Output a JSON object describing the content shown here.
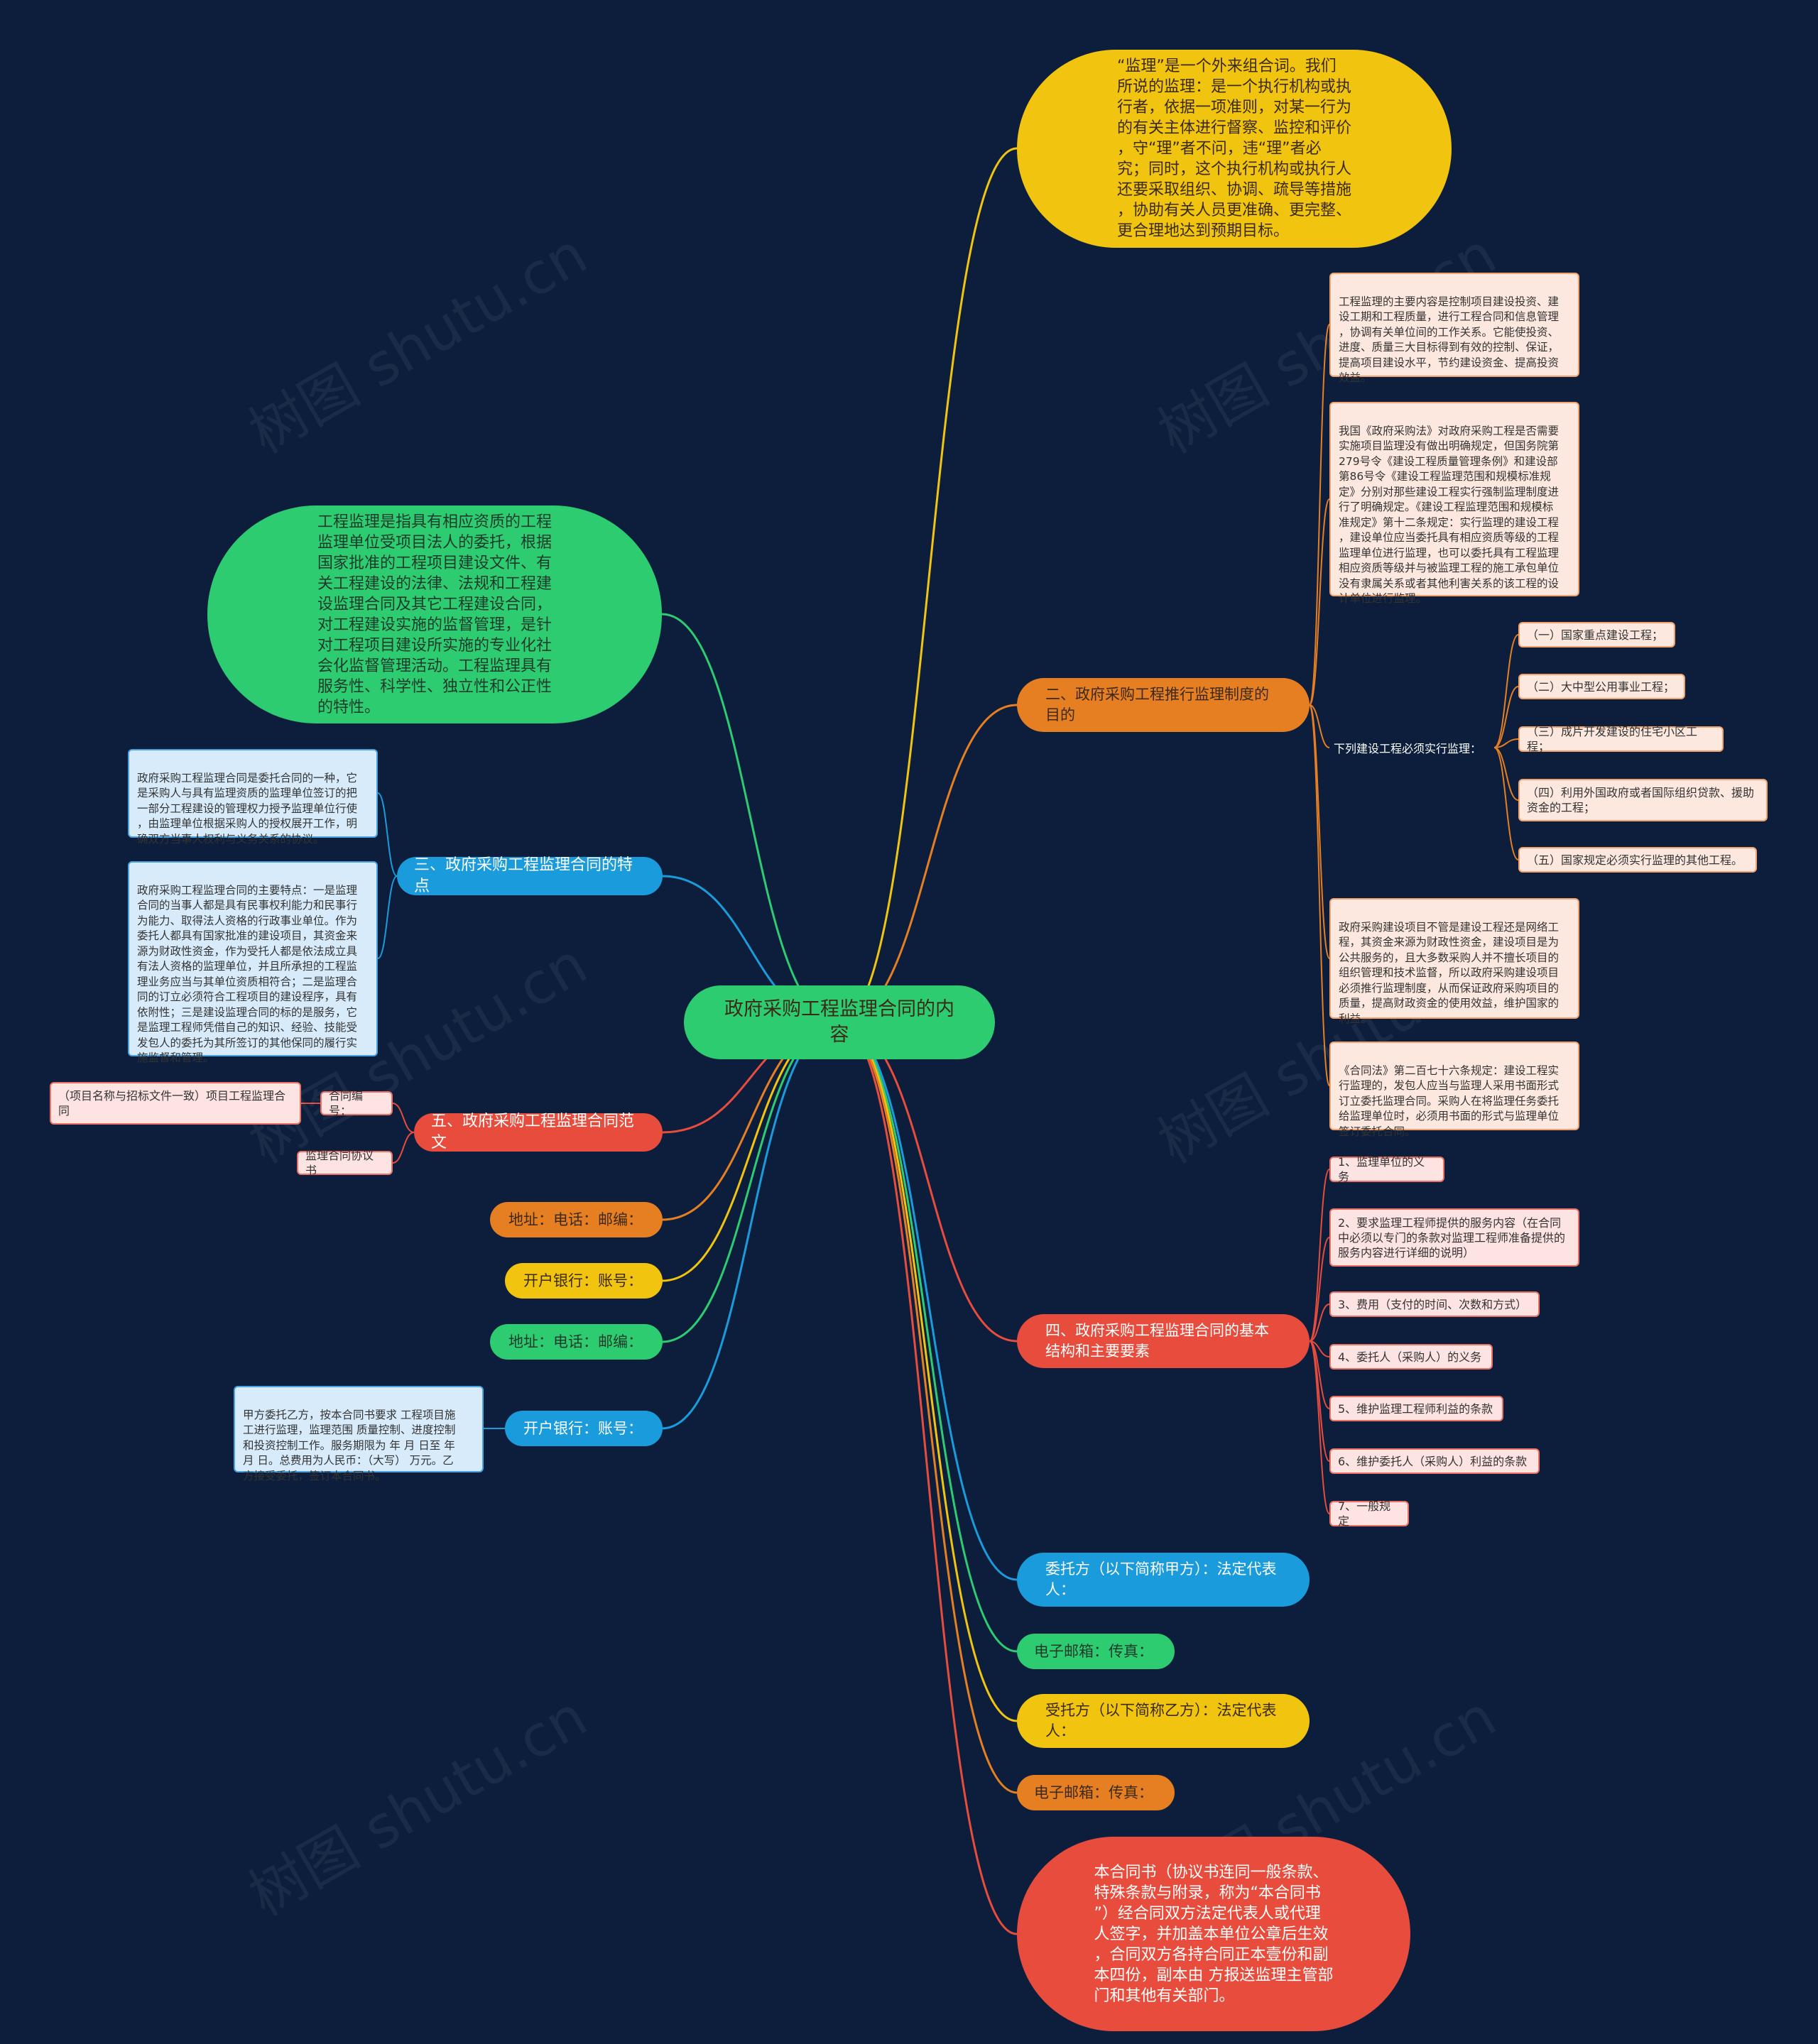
{
  "colors": {
    "background": "#0c1e3c",
    "green": "#2ecc71",
    "yellow": "#f1c40f",
    "orange": "#e67e22",
    "red": "#e74c3c",
    "blue": "#1a9bdb"
  },
  "watermark": "树图 shutu.cn",
  "root": {
    "label": "政府采购工程监理合同的内容"
  },
  "left": {
    "definition": "工程监理是指具有相应资质的工程\n监理单位受项目法人的委托，根据\n国家批准的工程项目建设文件、有\n关工程建设的法律、法规和工程建\n设监理合同及其它工程建设合同，\n对工程建设实施的监督管理，是针\n对工程项目建设所实施的专业化社\n会化监督管理活动。工程监理具有\n服务性、科学性、独立性和公正性\n的特性。",
    "characteristics": {
      "label": "三、政府采购工程监理合同的特点",
      "detail_1": "政府采购工程监理合同是委托合同的一种，它\n是采购人与具有监理资质的监理单位签订的把\n一部分工程建设的管理权力授予监理单位行使\n，由监理单位根据采购人的授权展开工作，明\n确双方当事人权利与义务关系的协议。",
      "detail_2": "政府采购工程监理合同的主要特点：一是监理\n合同的当事人都是具有民事权利能力和民事行\n为能力、取得法人资格的行政事业单位。作为\n委托人都具有国家批准的建设项目，其资金来\n源为财政性资金，作为受托人都是依法成立具\n有法人资格的监理单位，并且所承担的工程监\n理业务应当与其单位资质相符合；二是监理合\n同的订立必须符合工程项目的建设程序，具有\n依附性；三是建设监理合同的标的是服务，它\n是监理工程师凭借自己的知识、经验、技能受\n发包人的委托为其所签订的其他保同的履行实\n施监督和管理。"
    },
    "sample": {
      "label": "五、政府采购工程监理合同范文",
      "contract_no": "合同编号：",
      "project_name": "（项目名称与招标文件一致）项目工程监理合\n同",
      "agreement": "监理合同协议书"
    },
    "address_1": "地址：电话：邮编：",
    "bank_1": "开户银行：账号：",
    "address_2": "地址：电话：邮编：",
    "bank_2": "开户银行：账号：",
    "bank_2_detail": "甲方委托乙方，按本合同书要求 工程项目施\n工进行监理，监理范围 质量控制、进度控制\n和投资控制工作。服务期限为 年 月 日至 年\n月 日。总费用为人民币：（大写） 万元。乙\n方接受委托，签订本合同书。"
  },
  "right": {
    "intro": "“监理”是一个外来组合词。我们\n所说的监理：是一个执行机构或执\n行者，依据一项准则，对某一行为\n的有关主体进行督察、监控和评价\n，守“理”者不问，违“理”者必\n究；同时，这个执行机构或执行人\n还要采取组织、协调、疏导等措施\n，协助有关人员更准确、更完整、\n更合理地达到预期目标。",
    "purpose": {
      "label": "二、政府采购工程推行监理制度的目的",
      "detail_1": "工程监理的主要内容是控制项目建设投资、建\n设工期和工程质量，进行工程合同和信息管理\n，协调有关单位间的工作关系。它能使投资、\n进度、质量三大目标得到有效的控制、保证，\n提高项目建设水平，节约建设资金、提高投资\n效益。",
      "detail_2": "我国《政府采购法》对政府采购工程是否需要\n实施项目监理没有做出明确规定，但国务院第\n279号令《建设工程质量管理条例》和建设部\n第86号令《建设工程监理范围和规模标准规\n定》分别对那些建设工程实行强制监理制度进\n行了明确规定。《建设工程监理范围和规模标\n准规定》第十二条规定：实行监理的建设工程\n，建设单位应当委托具有相应资质等级的工程\n监理单位进行监理，也可以委托具有工程监理\n相应资质等级并与被监理工程的施工承包单位\n没有隶属关系或者其他利害关系的该工程的设\n计单位进行监理。",
      "required": {
        "label": "下列建设工程必须实行监理：",
        "items": [
          "（一）国家重点建设工程；",
          "（二）大中型公用事业工程；",
          "（三）成片开发建设的住宅小区工程；",
          "（四）利用外国政府或者国际组织贷款、援助\n资金的工程；",
          "（五）国家规定必须实行监理的其他工程。"
        ]
      },
      "detail_3": "政府采购建设项目不管是建设工程还是网络工\n程，其资金来源为财政性资金，建设项目是为\n公共服务的，且大多数采购人并不擅长项目的\n组织管理和技术监督，所以政府采购建设项目\n必须推行监理制度，从而保证政府采购项目的\n质量，提高财政资金的使用效益，维护国家的\n利益。",
      "detail_4": "《合同法》第二百七十六条规定：建设工程实\n行监理的，发包人应当与监理人采用书面形式\n订立委托监理合同。采购人在将监理任务委托\n给监理单位时，必须用书面的形式与监理单位\n签订委托合同。"
    },
    "structure": {
      "label": "四、政府采购工程监理合同的基本结构和主要要素",
      "items": [
        "1、监理单位的义务",
        "2、要求监理工程师提供的服务内容（在合同\n中必须以专门的条款对监理工程师准备提供的\n服务内容进行详细的说明）",
        "3、费用（支付的时间、次数和方式）",
        "4、委托人（采购人）的义务",
        "5、维护监理工程师利益的条款",
        "6、维护委托人（采购人）利益的条款",
        "7、一般规定"
      ]
    },
    "client": "委托方（以下简称甲方）：法定代表人：",
    "email_1": "电子邮箱：传真：",
    "contractor": "受托方（以下简称乙方）：法定代表人：",
    "email_2": "电子邮箱：传真：",
    "closing": "本合同书（协议书连同一般条款、\n特殊条款与附录，称为“本合同书\n”）经合同双方法定代表人或代理\n人签字，并加盖本单位公章后生效\n，合同双方各持合同正本壹份和副\n本四份，副本由 方报送监理主管部\n门和其他有关部门。"
  }
}
